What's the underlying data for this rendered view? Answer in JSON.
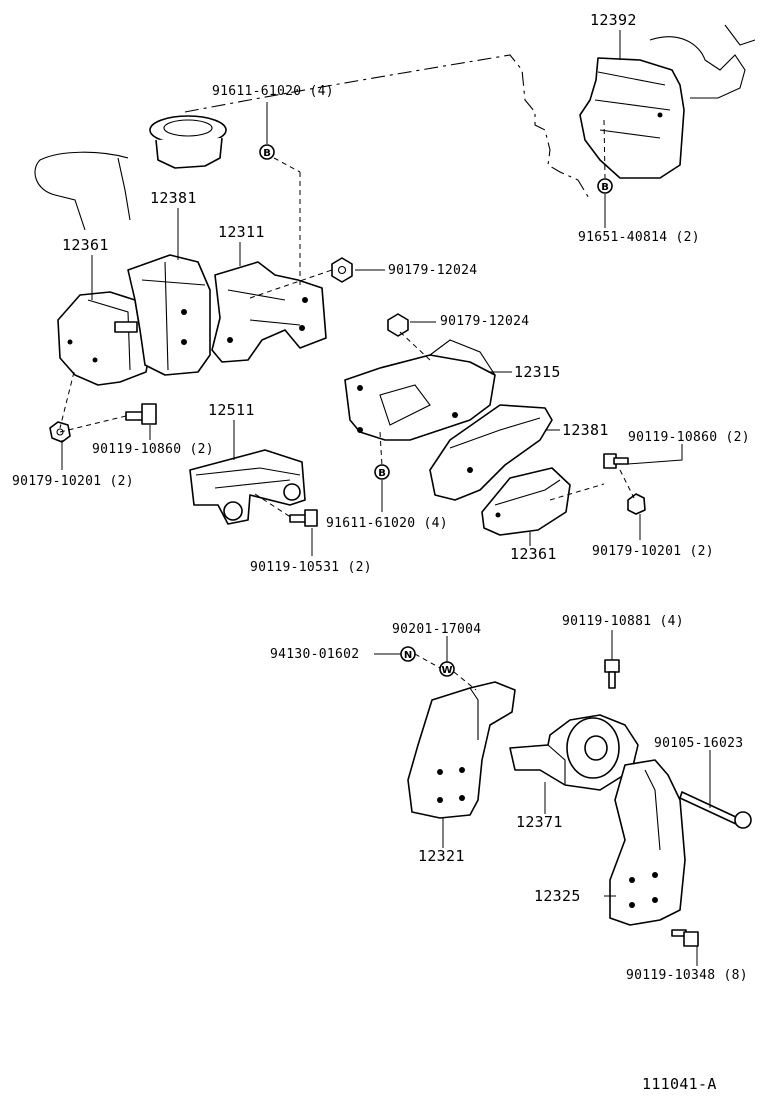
{
  "parts": {
    "p12392": "12392",
    "p91611_top": "91611-61020 (4)",
    "p12381_left": "12381",
    "p12311": "12311",
    "p12361_left": "12361",
    "p90179_12024_a": "90179-12024",
    "p90179_12024_b": "90179-12024",
    "p91651": "91651-40814 (2)",
    "p12315": "12315",
    "p12381_right": "12381",
    "p90119_10860_right": "90119-10860 (2)",
    "p12511": "12511",
    "p90119_10860_left": "90119-10860 (2)",
    "p90179_10201_left": "90179-10201 (2)",
    "p91611_mid": "91611-61020 (4)",
    "p12361_right": "12361",
    "p90179_10201_right": "90179-10201 (2)",
    "p90119_10531": "90119-10531 (2)",
    "p90201": "90201-17004",
    "p94130": "94130-01602",
    "p90119_10881": "90119-10881 (4)",
    "p90105": "90105-16023",
    "p12371": "12371",
    "p12321": "12321",
    "p12325": "12325",
    "p90119_10348": "90119-10348 (8)"
  },
  "marks": {
    "b": "B",
    "n": "N",
    "w": "W"
  },
  "figure_ref": "111041-A"
}
